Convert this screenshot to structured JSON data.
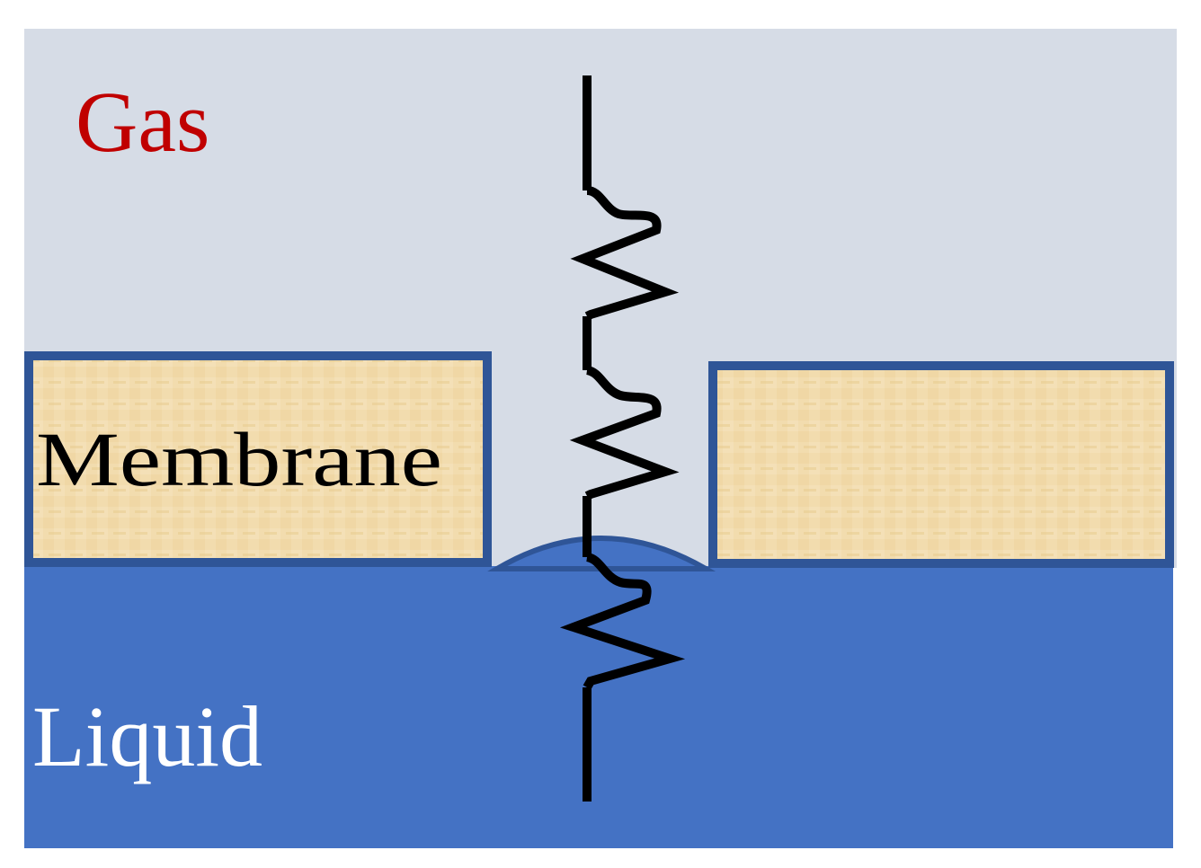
{
  "labels": {
    "gas": "Gas",
    "membrane": "Membrane",
    "liquid": "Liquid"
  },
  "colors": {
    "gas_region": "#d6dce6",
    "liquid_region": "#4472c4",
    "membrane_fill": "#f0d9a8",
    "membrane_border": "#2f5597",
    "gas_text": "#c00000",
    "membrane_text": "#000000",
    "liquid_text": "#ffffff",
    "resistor_line": "#000000"
  }
}
